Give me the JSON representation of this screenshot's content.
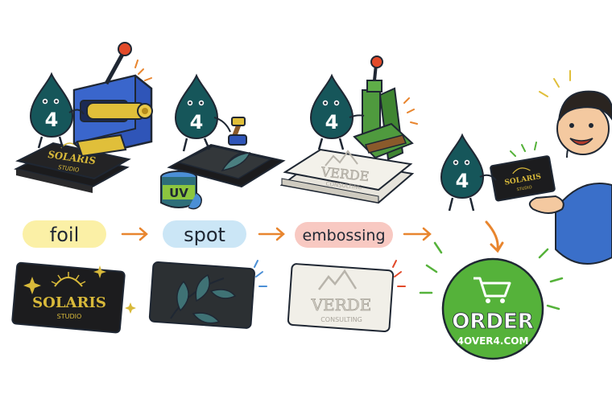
{
  "steps": [
    {
      "label": "foil",
      "pill_color": "#fbf0a6"
    },
    {
      "label": "spot",
      "pill_color": "#cbe6f6"
    },
    {
      "label": "embossing",
      "pill_color": "#f8c9c2"
    }
  ],
  "mascot": {
    "number": "4",
    "color": "#16565a"
  },
  "samples": {
    "solaris": {
      "name": "SOLARIS",
      "sub": "STUDIO",
      "gold": "#d8b93a"
    },
    "verde": {
      "name": "VERDE",
      "sub": "CONSULTING"
    },
    "uv_can": {
      "label": "UV"
    }
  },
  "order": {
    "label": "ORDER",
    "url": "4OVER4.COM",
    "color": "#55b23a"
  },
  "colors": {
    "ink": "#1f2733",
    "arrow": "#e8852e",
    "press_blue": "#2f55b8",
    "press_green": "#4f9a3e",
    "shirt": "#3a6fc9"
  }
}
